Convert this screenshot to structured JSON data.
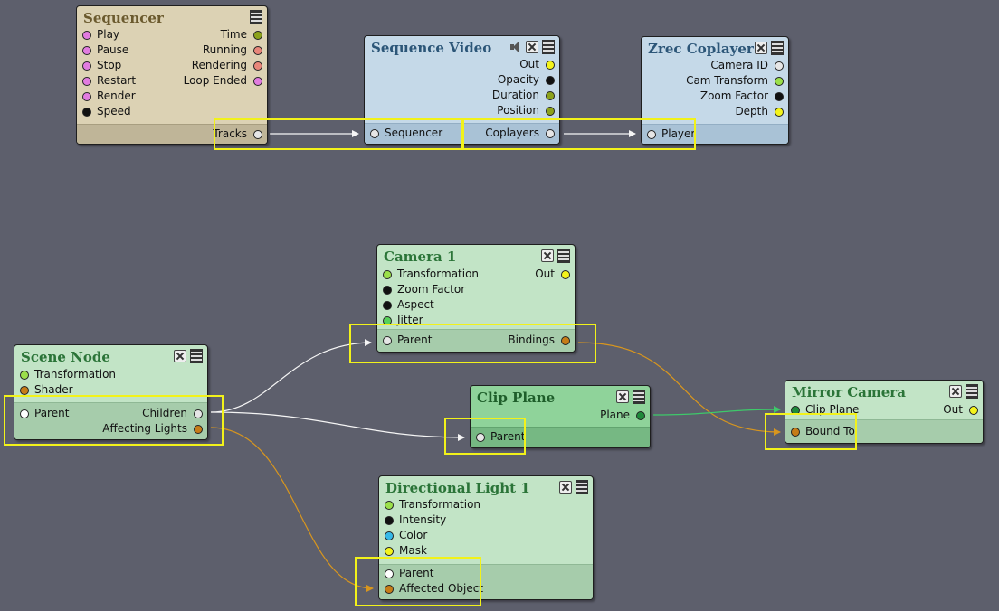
{
  "canvas": {
    "background": "#5d5f6c"
  },
  "colors": {
    "pin_pink": "#e27ce0",
    "pin_olive": "#8ca21b",
    "pin_salmon": "#e8877a",
    "pin_black": "#111111",
    "pin_yellow": "#f4f41c",
    "pin_lightgray": "#e6e6e6",
    "pin_lime": "#9be04a",
    "pin_orange": "#c67c18",
    "pin_green": "#57d15a",
    "pin_cyan": "#36b9e8",
    "pin_white": "#ffffff",
    "pin_darkgreen": "#1f8a3a",
    "selection": "#f2f21a",
    "wire_white": "#f5f5f5",
    "wire_orange": "#d8961e",
    "wire_green": "#3ec96a"
  },
  "nodes": {
    "sequencer": {
      "title": "Sequencer",
      "inputs": [
        {
          "label": "Play",
          "pin": "pink"
        },
        {
          "label": "Pause",
          "pin": "pink"
        },
        {
          "label": "Stop",
          "pin": "pink"
        },
        {
          "label": "Restart",
          "pin": "pink"
        },
        {
          "label": "Render",
          "pin": "pink"
        },
        {
          "label": "Speed",
          "pin": "black"
        }
      ],
      "outputs": [
        {
          "label": "Time",
          "pin": "olive"
        },
        {
          "label": "Running",
          "pin": "salmon"
        },
        {
          "label": "Rendering",
          "pin": "salmon"
        },
        {
          "label": "Loop Ended",
          "pin": "pink"
        }
      ],
      "footer_out": {
        "label": "Tracks",
        "pin": "lightgray"
      }
    },
    "sequence_video": {
      "title": "Sequence Video",
      "outputs": [
        {
          "label": "Out",
          "pin": "yellow"
        },
        {
          "label": "Opacity",
          "pin": "black"
        },
        {
          "label": "Duration",
          "pin": "olive"
        },
        {
          "label": "Position",
          "pin": "olive"
        }
      ],
      "footer_in": {
        "label": "Sequencer",
        "pin": "lightgray"
      },
      "footer_out": {
        "label": "Coplayers",
        "pin": "lightgray"
      }
    },
    "zrec_coplayer": {
      "title": "Zrec Coplayer",
      "outputs": [
        {
          "label": "Camera ID",
          "pin": "lightgray"
        },
        {
          "label": "Cam Transform",
          "pin": "lime"
        },
        {
          "label": "Zoom Factor",
          "pin": "black"
        },
        {
          "label": "Depth",
          "pin": "yellow"
        }
      ],
      "footer_in": {
        "label": "Player",
        "pin": "lightgray"
      }
    },
    "camera1": {
      "title": "Camera 1",
      "inputs": [
        {
          "label": "Transformation",
          "pin": "lime"
        },
        {
          "label": "Zoom Factor",
          "pin": "black"
        },
        {
          "label": "Aspect",
          "pin": "black"
        },
        {
          "label": "Jitter",
          "pin": "green"
        }
      ],
      "outputs": [
        {
          "label": "Out",
          "pin": "yellow"
        }
      ],
      "footer_in": {
        "label": "Parent",
        "pin": "lightgray"
      },
      "footer_out": {
        "label": "Bindings",
        "pin": "orange"
      }
    },
    "scene_node": {
      "title": "Scene Node",
      "inputs": [
        {
          "label": "Transformation",
          "pin": "lime"
        },
        {
          "label": "Shader",
          "pin": "orange"
        }
      ],
      "footer_in": {
        "label": "Parent",
        "pin": "white"
      },
      "footer_outs": [
        {
          "label": "Children",
          "pin": "lightgray"
        },
        {
          "label": "Affecting Lights",
          "pin": "orange"
        }
      ]
    },
    "clip_plane": {
      "title": "Clip Plane",
      "outputs": [
        {
          "label": "Plane",
          "pin": "darkgreen"
        }
      ],
      "footer_in": {
        "label": "Parent",
        "pin": "lightgray"
      }
    },
    "mirror_camera": {
      "title": "Mirror Camera",
      "inputs": [
        {
          "label": "Clip Plane",
          "pin": "darkgreen"
        }
      ],
      "outputs": [
        {
          "label": "Out",
          "pin": "yellow"
        }
      ],
      "footer_in": {
        "label": "Bound To",
        "pin": "orange"
      }
    },
    "directional_light1": {
      "title": "Directional Light 1",
      "inputs": [
        {
          "label": "Transformation",
          "pin": "lime"
        },
        {
          "label": "Intensity",
          "pin": "black"
        },
        {
          "label": "Color",
          "pin": "cyan"
        },
        {
          "label": "Mask",
          "pin": "yellow"
        }
      ],
      "footer_ins": [
        {
          "label": "Parent",
          "pin": "white"
        },
        {
          "label": "Affected Object",
          "pin": "orange"
        }
      ]
    }
  }
}
